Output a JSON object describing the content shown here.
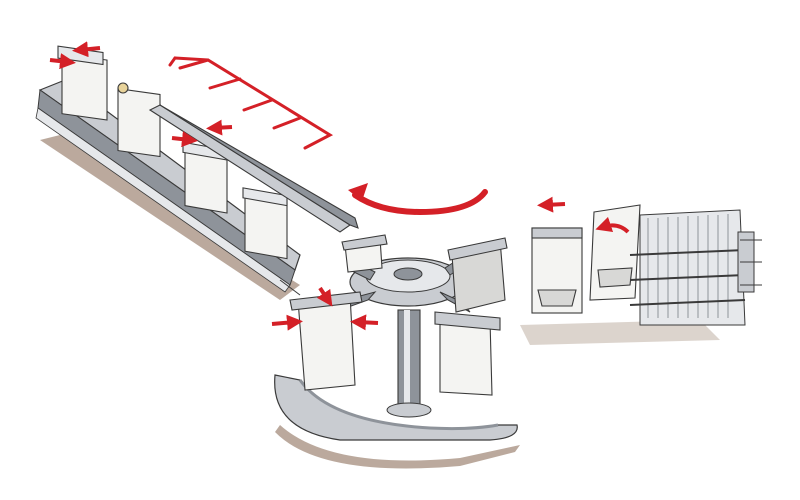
{
  "illustration": {
    "subject": "rotary-pouch-filling-machine",
    "colors": {
      "background": "#ffffff",
      "outline": "#3a3a3a",
      "metal": "#c9ccd1",
      "metal_dark": "#8e939a",
      "metal_light": "#e6e8eb",
      "pouch": "#f4f4f2",
      "pouch_shade": "#d8d8d6",
      "floor_shadow": "#a48d7c",
      "arrow": "#d42027"
    },
    "stations": [
      {
        "id": "pouch-magazine"
      },
      {
        "id": "pouch-pickup"
      },
      {
        "id": "pouch-transfer"
      },
      {
        "id": "rotary-carousel"
      },
      {
        "id": "output-conveyor"
      }
    ],
    "arrows": [
      {
        "id": "rotation-arrow",
        "meaning": "carousel-rotation"
      },
      {
        "id": "feed-arrows",
        "meaning": "pouch-feed-direction"
      },
      {
        "id": "clamp-arrows",
        "meaning": "gripper-closing"
      },
      {
        "id": "indexing-bracket",
        "meaning": "indexed-stepping"
      }
    ]
  }
}
